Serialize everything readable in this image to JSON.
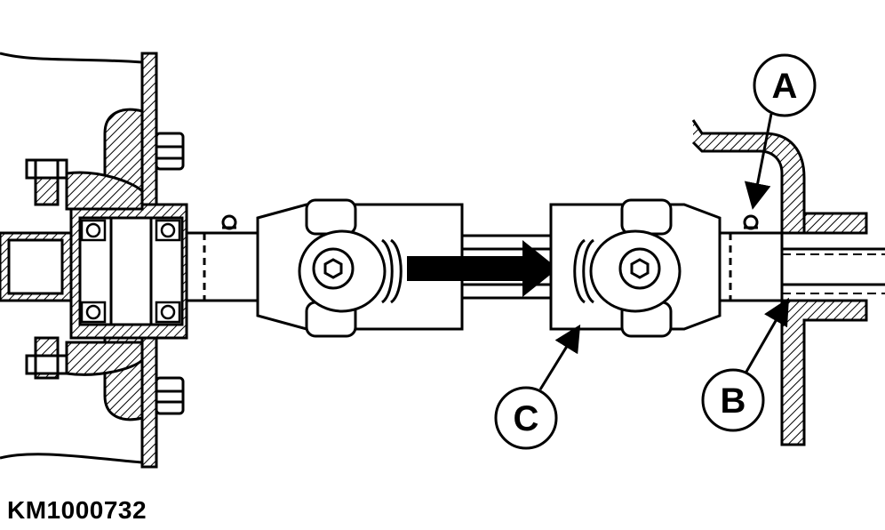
{
  "callouts": {
    "a": "A",
    "b": "B",
    "c": "C"
  },
  "figure_id": "KM1000732",
  "colors": {
    "line": "#000000",
    "background": "#ffffff"
  }
}
